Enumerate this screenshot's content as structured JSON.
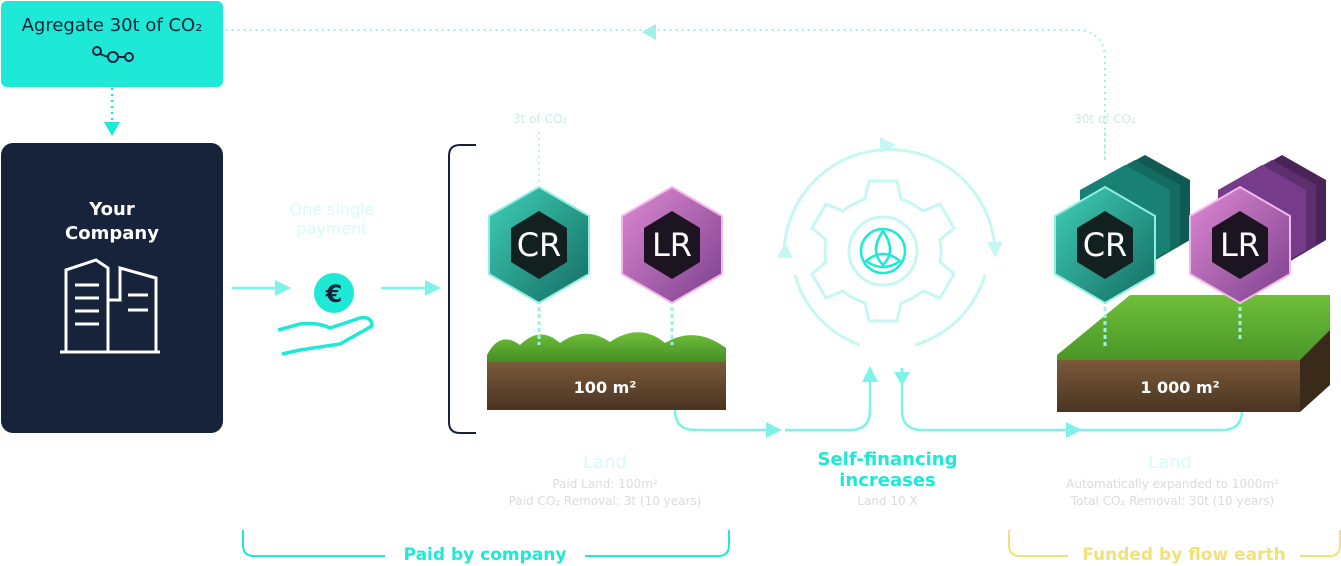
{
  "aggregate": {
    "label": "Agregate 30t of CO₂",
    "icon": "link-chain-icon"
  },
  "company": {
    "line1": "Your",
    "line2": "Company",
    "icon": "office-buildings-icon"
  },
  "payment": {
    "line1": "One single",
    "line2": "payment",
    "icon": "euro-hand-icon"
  },
  "left_land": {
    "co2_tag": "3t of CO₂",
    "token_cr": "CR",
    "token_lr": "LR",
    "area": "100 m²",
    "title": "Land",
    "detail1": "Paid Land: 100m²",
    "detail2": "Paid CO₂ Removal: 3t (10 years)"
  },
  "middle": {
    "title_line1": "Self-financing",
    "title_line2": "increases",
    "detail": "Land 10 X",
    "icon": "gear-triquetra-icon"
  },
  "right_land": {
    "co2_tag": "30t of CO₂",
    "token_cr": "CR",
    "token_lr": "LR",
    "area": "1 000 m²",
    "title": "Land",
    "detail1": "Automatically expanded to 1000m²",
    "detail2": "Total CO₂ Removal: 30t (10 years)"
  },
  "brackets": {
    "company": "Paid by company",
    "flow": "Funded by flow earth"
  },
  "colors": {
    "teal": "#1de9d6",
    "teal_line": "#7ff3ea",
    "navy": "#17233a",
    "yellow": "#f0e17a",
    "cr": "#1f9e8c",
    "lr": "#b05fb0"
  }
}
